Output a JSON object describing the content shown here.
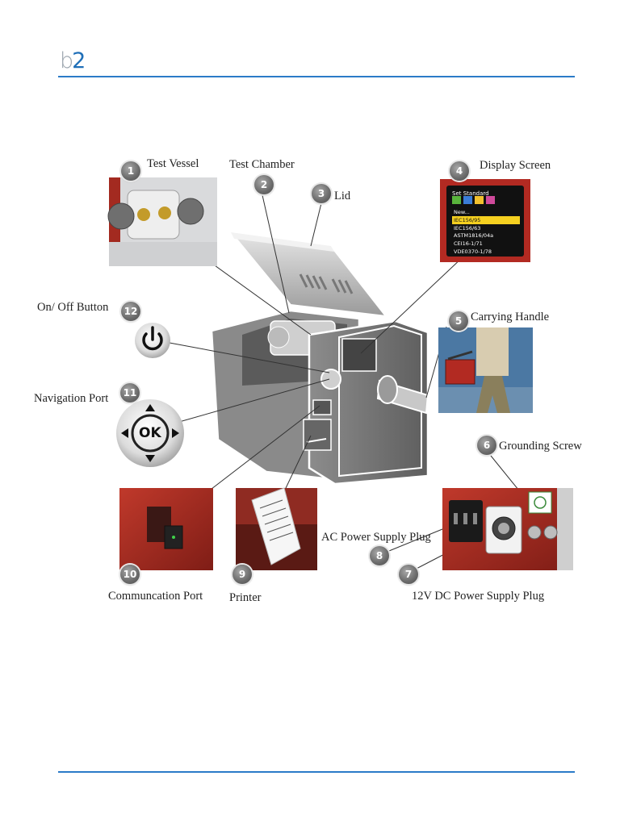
{
  "logo": {
    "b": "b",
    "two": "2"
  },
  "components": [
    {
      "num": "1",
      "label": "Test Vessel"
    },
    {
      "num": "2",
      "label": "Test Chamber"
    },
    {
      "num": "3",
      "label": "Lid"
    },
    {
      "num": "4",
      "label": "Display Screen"
    },
    {
      "num": "5",
      "label": "Carrying Handle"
    },
    {
      "num": "6",
      "label": "Grounding Screw"
    },
    {
      "num": "7",
      "label": "12V DC Power Supply Plug"
    },
    {
      "num": "8",
      "label": "AC Power Supply Plug"
    },
    {
      "num": "9",
      "label": "Printer"
    },
    {
      "num": "10",
      "label": "Communcation Port"
    },
    {
      "num": "11",
      "label": "Navigation Port"
    },
    {
      "num": "12",
      "label": "On/ Off Button"
    }
  ],
  "display_screen": {
    "title": "Set Standard",
    "items": [
      "New...",
      "IEC156/95",
      "IEC156/63",
      "ASTM1816/04a",
      "CEI16-1/71",
      "VDE0370-1/78"
    ]
  },
  "nav_pad": {
    "ok": "OK"
  },
  "colors": {
    "rule": "#2b7bc8",
    "logo_blue": "#1f6fb8",
    "device_red": "#b22a22",
    "device_grey": "#6e6e6e"
  }
}
